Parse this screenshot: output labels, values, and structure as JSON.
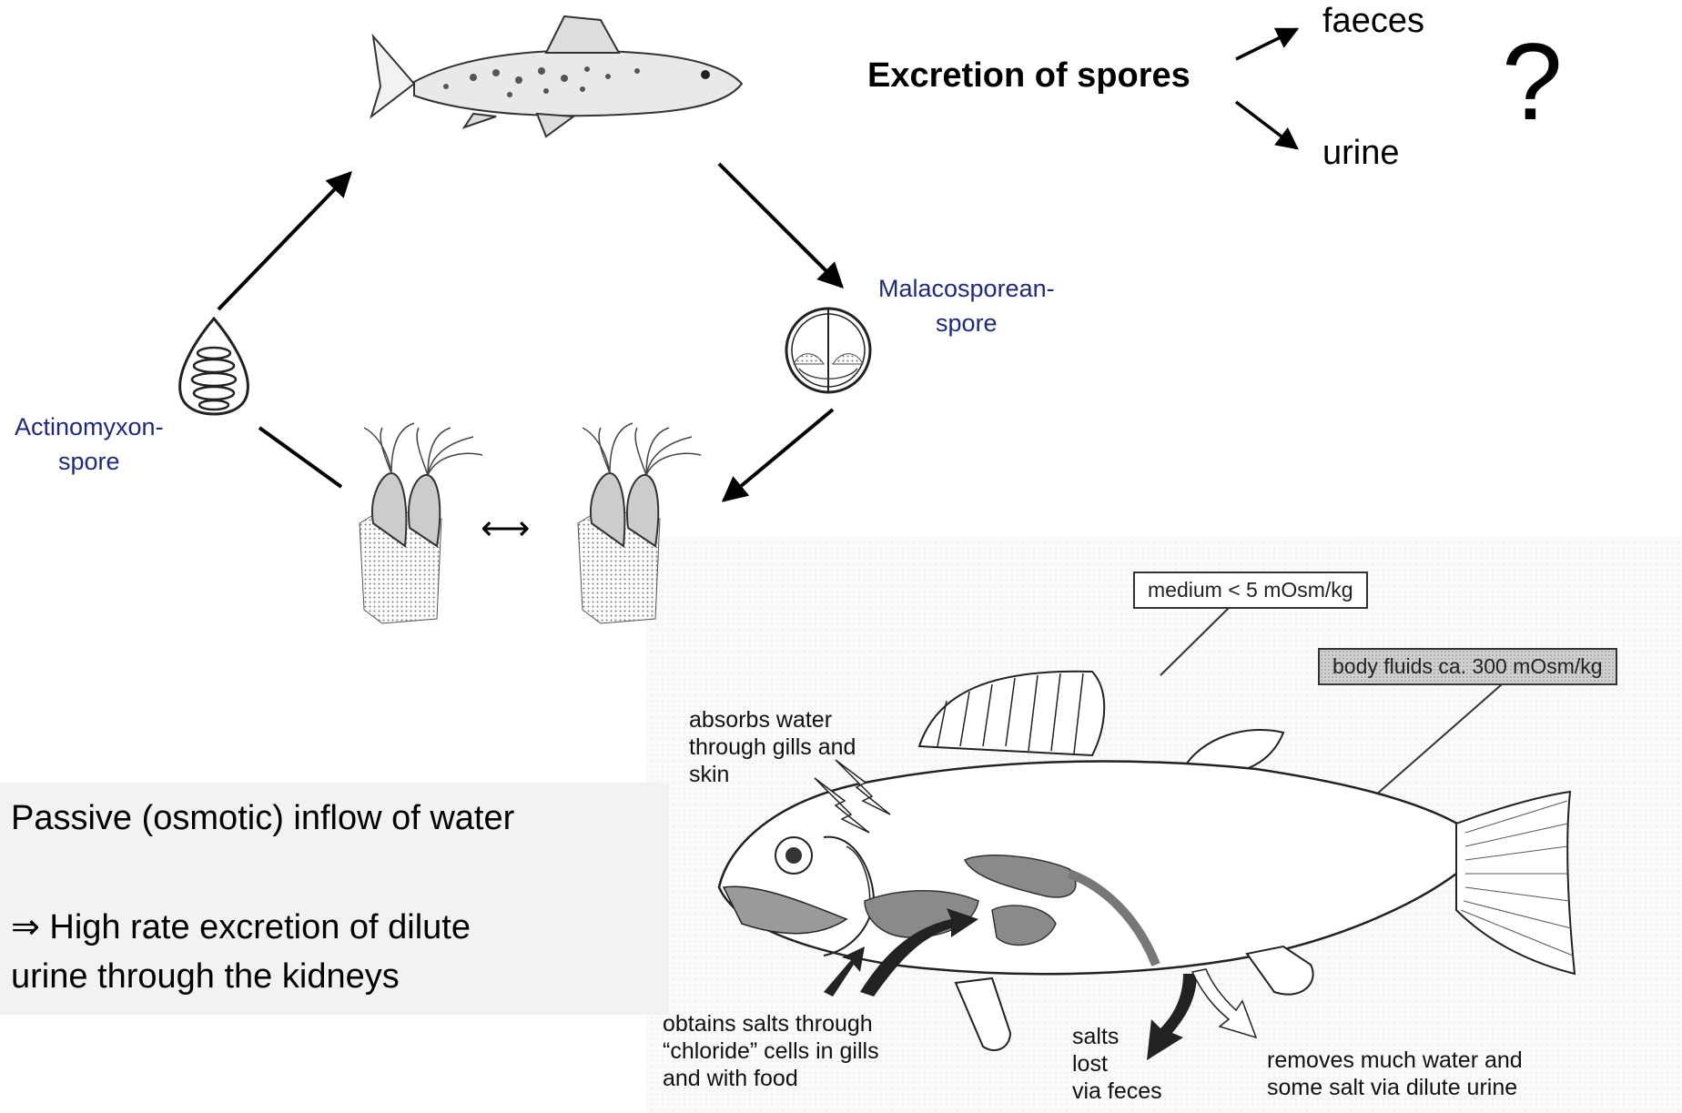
{
  "diagram": {
    "life_cycle": {
      "actinomyxon_label": [
        "Actinomyxon-",
        "spore"
      ],
      "malacosporean_label": [
        "Malacosporean-",
        "spore"
      ],
      "bryozoan_exchange_arrow": "⟷"
    },
    "excretion": {
      "title": "Excretion of spores",
      "option_1": "faeces",
      "option_2": "urine",
      "question_mark": "?"
    },
    "note": {
      "line1": "Passive (osmotic) inflow of water",
      "line2": "⇒ High rate excretion of dilute",
      "line3": "urine through the kidneys"
    },
    "osmoregulation": {
      "medium_box": "medium < 5 mOsm/kg",
      "body_fluids_box": "body fluids ca. 300 mOsm/kg",
      "absorbs": [
        "absorbs water",
        "through gills and",
        "skin"
      ],
      "obtains": [
        "obtains salts through",
        "“chloride” cells in gills",
        "and with food"
      ],
      "salts_lost": [
        "salts",
        "lost",
        "via feces"
      ],
      "removes": [
        "removes much water and",
        "some salt via dilute urine"
      ]
    },
    "colors": {
      "label_blue": "#1f2a7a",
      "note_background": "#f2f2f2",
      "organ_gray": "#8a8a8a"
    }
  }
}
